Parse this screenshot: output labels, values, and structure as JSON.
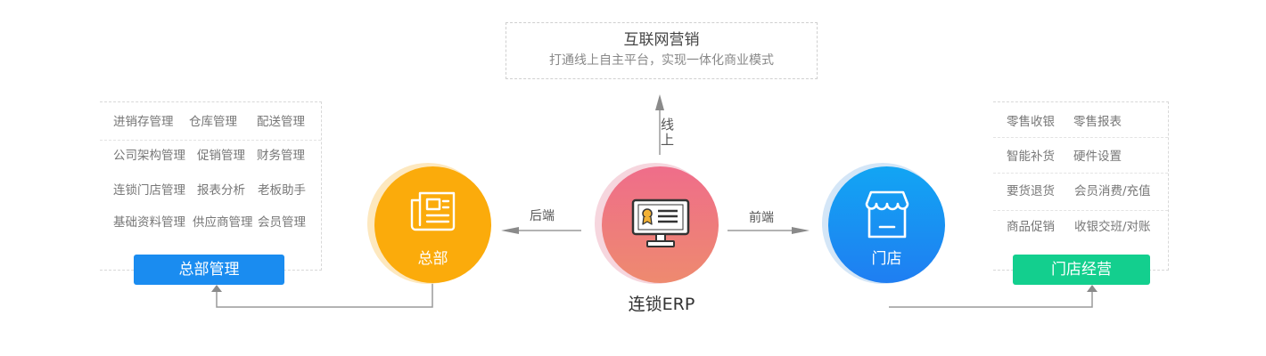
{
  "online": {
    "title": "互联网营销",
    "subtitle": "打通线上自主平台，实现一体化商业模式",
    "arrow_label_line1": "线",
    "arrow_label_line2": "上"
  },
  "hq": {
    "label": "总部",
    "color": "#fbab0b",
    "rows": [
      [
        "进销存管理",
        "仓库管理",
        "配送管理"
      ],
      [
        "公司架构管理",
        "促销管理",
        "财务管理"
      ],
      [
        "连锁门店管理",
        "报表分析",
        "老板助手"
      ],
      [
        "基础资料管理",
        "供应商管理",
        "会员管理"
      ]
    ],
    "button_label": "总部管理"
  },
  "erp": {
    "label": "连锁ERP",
    "backend_label": "后端",
    "frontend_label": "前端"
  },
  "store": {
    "label": "门店",
    "color": "#1e8ef2",
    "rows": [
      [
        "零售收银",
        "零售报表"
      ],
      [
        "智能补货",
        "硬件设置"
      ],
      [
        "要货退货",
        "会员消费/充值"
      ],
      [
        "商品促销",
        "收银交班/对账"
      ]
    ],
    "button_label": "门店经营"
  },
  "colors": {
    "blue_button": "#1a8cf0",
    "green_button": "#13cf8e",
    "erp_circle": "#ee7b7f"
  },
  "icons": {
    "hq": "newspaper-icon",
    "erp": "certificate-monitor-icon",
    "store": "storefront-icon"
  }
}
